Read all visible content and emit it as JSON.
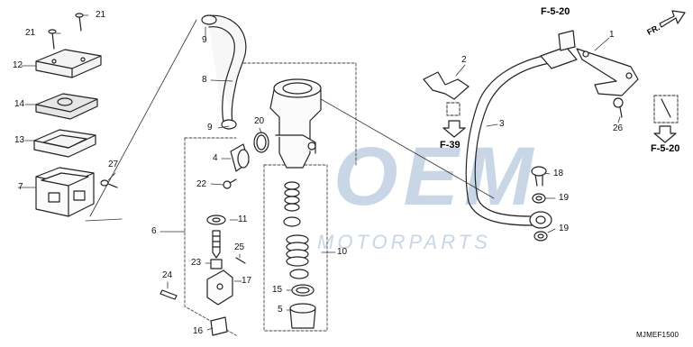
{
  "watermark": {
    "brand": "OEM",
    "sub": "MOTORPARTS"
  },
  "direction_arrow": {
    "label": "FR."
  },
  "references": {
    "top": "F-5-20",
    "left": "F-39",
    "right": "F-5-20"
  },
  "part_labels": {
    "p1": "1",
    "p2": "2",
    "p3": "3",
    "p4": "4",
    "p5": "5",
    "p6": "6",
    "p7": "7",
    "p8": "8",
    "p9a": "9",
    "p9b": "9",
    "p10": "10",
    "p11": "11",
    "p12": "12",
    "p13": "13",
    "p14": "14",
    "p15": "15",
    "p16": "16",
    "p17": "17",
    "p18": "18",
    "p19a": "19",
    "p19b": "19",
    "p20": "20",
    "p21a": "21",
    "p21b": "21",
    "p22": "22",
    "p23": "23",
    "p24": "24",
    "p25": "25",
    "p26": "26",
    "p27": "27"
  },
  "diagram_code": "MJMEF1500",
  "colors": {
    "line": "#222222",
    "watermark": "#c9d6e6",
    "leader": "#333333"
  }
}
